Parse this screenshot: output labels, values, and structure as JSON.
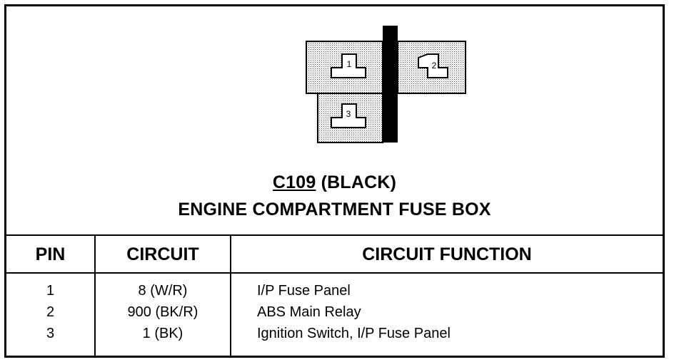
{
  "connector": {
    "id": "C109",
    "color": "(BLACK)",
    "location": "ENGINE COMPARTMENT FUSE BOX",
    "pin_labels": [
      "1",
      "2",
      "3"
    ]
  },
  "table": {
    "headers": {
      "pin": "PIN",
      "circuit": "CIRCUIT",
      "function": "CIRCUIT FUNCTION"
    },
    "rows": [
      {
        "pin": "1",
        "circuit": "8 (W/R)",
        "function": "I/P Fuse Panel"
      },
      {
        "pin": "2",
        "circuit": "900 (BK/R)",
        "function": "ABS Main Relay"
      },
      {
        "pin": "3",
        "circuit": "1 (BK)",
        "function": "Ignition Switch, I/P Fuse Panel"
      }
    ]
  },
  "colors": {
    "ink": "#000000",
    "stipple": "#d4d4d4",
    "background": "#ffffff"
  }
}
